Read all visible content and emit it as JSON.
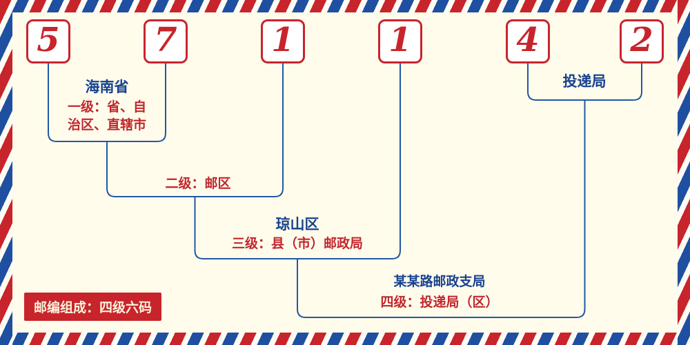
{
  "code": {
    "digits": [
      "5",
      "7",
      "1",
      "1",
      "4",
      "2"
    ]
  },
  "annotations": {
    "province_name": "海南省",
    "level1_line1": "一级：省、自",
    "level1_line2": "治区、直辖市",
    "level2_label": "二级：邮区",
    "district_name": "琼山区",
    "level3_label": "三级：县（市）邮政局",
    "delivery_office_label": "投递局",
    "branch_name": "某某路邮政支局",
    "level4_label": "四级：投递局（区）",
    "footer_badge": "邮编组成：四级六码"
  },
  "colors": {
    "accent_red": "#c8242c",
    "line_blue": "#2257a4",
    "navy_text": "#17418f",
    "background_cream": "#fffcec"
  }
}
